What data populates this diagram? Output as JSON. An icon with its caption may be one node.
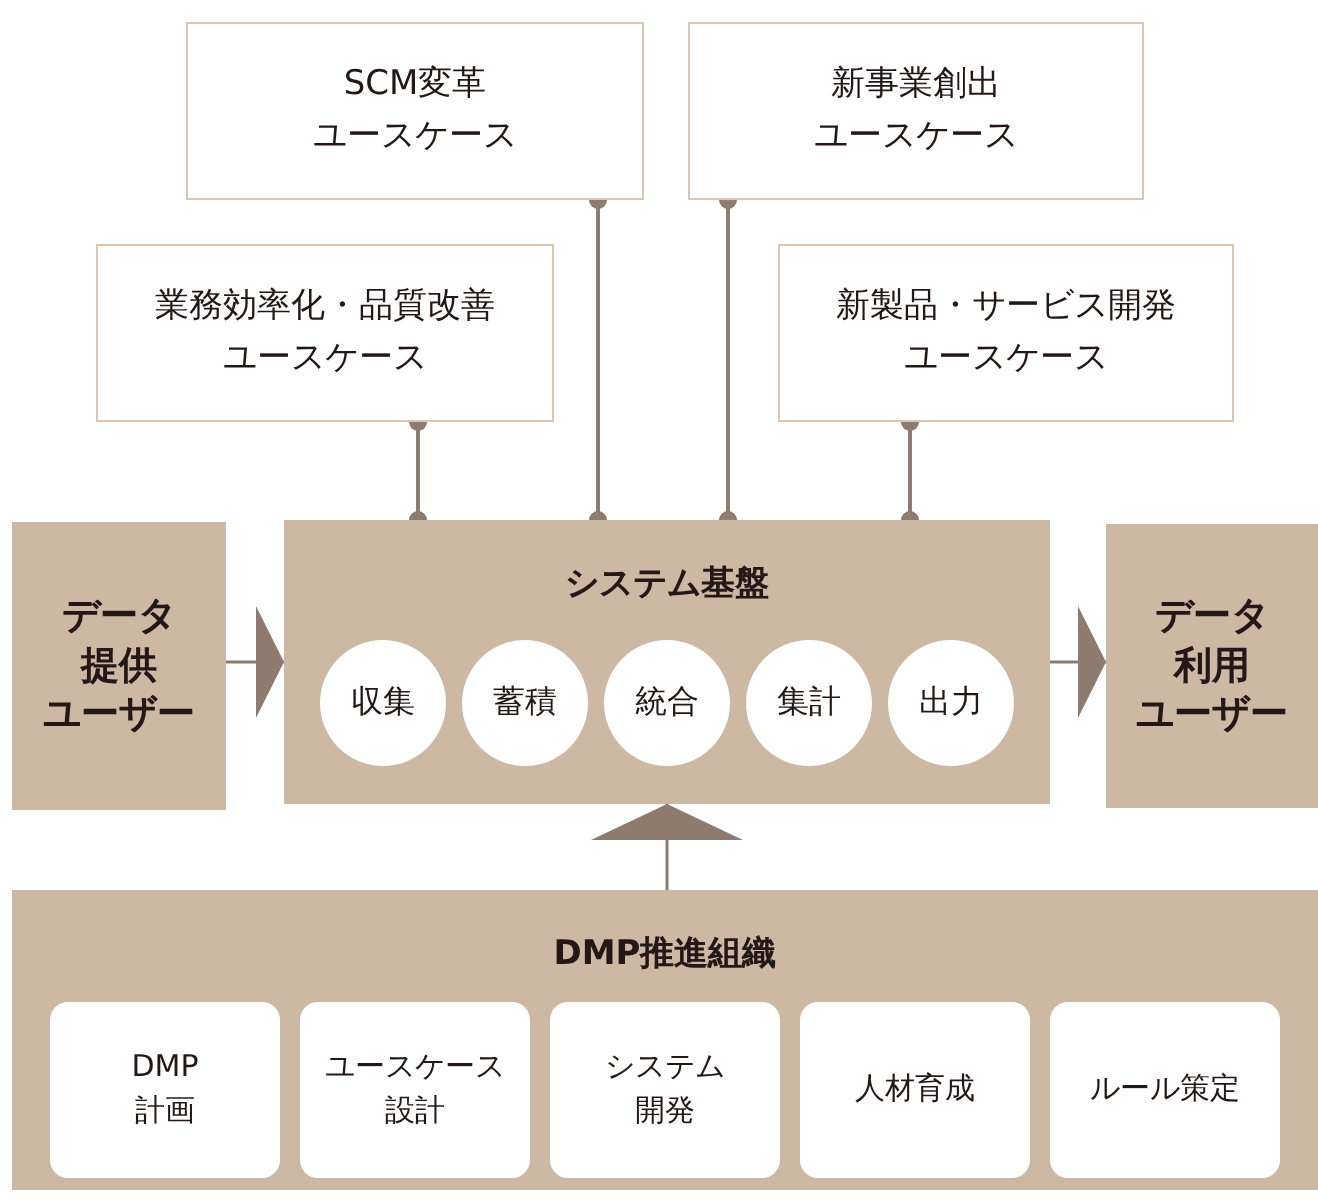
{
  "diagram": {
    "nodes": [
      {
        "text": [
          "SCM変革ユースケース"
        ]
      },
      {
        "text": [
          "新事業創出ユースケース"
        ]
      },
      {
        "text": [
          "業務効率化・品質改善ユースケース"
        ]
      },
      {
        "text": [
          "新製品・サービス開発ユースケース"
        ]
      },
      {
        "text": [
          "データ提供ユーザー"
        ]
      },
      {
        "text": [
          "システム基盤"
        ]
      },
      {
        "text": [
          "収集"
        ],
        "in": 5
      },
      {
        "text": [
          "蓄積"
        ],
        "in": 5
      },
      {
        "text": [
          "統合"
        ],
        "in": 5
      },
      {
        "text": [
          "集計"
        ],
        "in": 5
      },
      {
        "text": [
          "出力"
        ],
        "in": 5
      },
      {
        "text": [
          "データ利用ユーザー"
        ]
      },
      {
        "text": [
          "DMP推進組織"
        ]
      },
      {
        "text": [
          "DMP計画"
        ],
        "in": 12
      },
      {
        "text": [
          "ユースケース設計"
        ],
        "in": 12
      },
      {
        "text": [
          "システム開発"
        ],
        "in": 12
      },
      {
        "text": [
          "人材育成"
        ],
        "in": 12
      },
      {
        "text": [
          "ルール策定"
        ],
        "in": 12
      }
    ],
    "edges": [
      {
        "from": 0,
        "to": 5,
        "arrow": "other"
      },
      {
        "from": 1,
        "to": 5,
        "arrow": "other"
      },
      {
        "from": 2,
        "to": 5,
        "arrow": "other"
      },
      {
        "from": 3,
        "to": 5,
        "arrow": "other"
      },
      {
        "from": 4,
        "to": 5,
        "arrow": "to"
      },
      {
        "from": 5,
        "to": 11,
        "arrow": "to"
      },
      {
        "from": 12,
        "to": 5,
        "arrow": "to"
      }
    ]
  }
}
